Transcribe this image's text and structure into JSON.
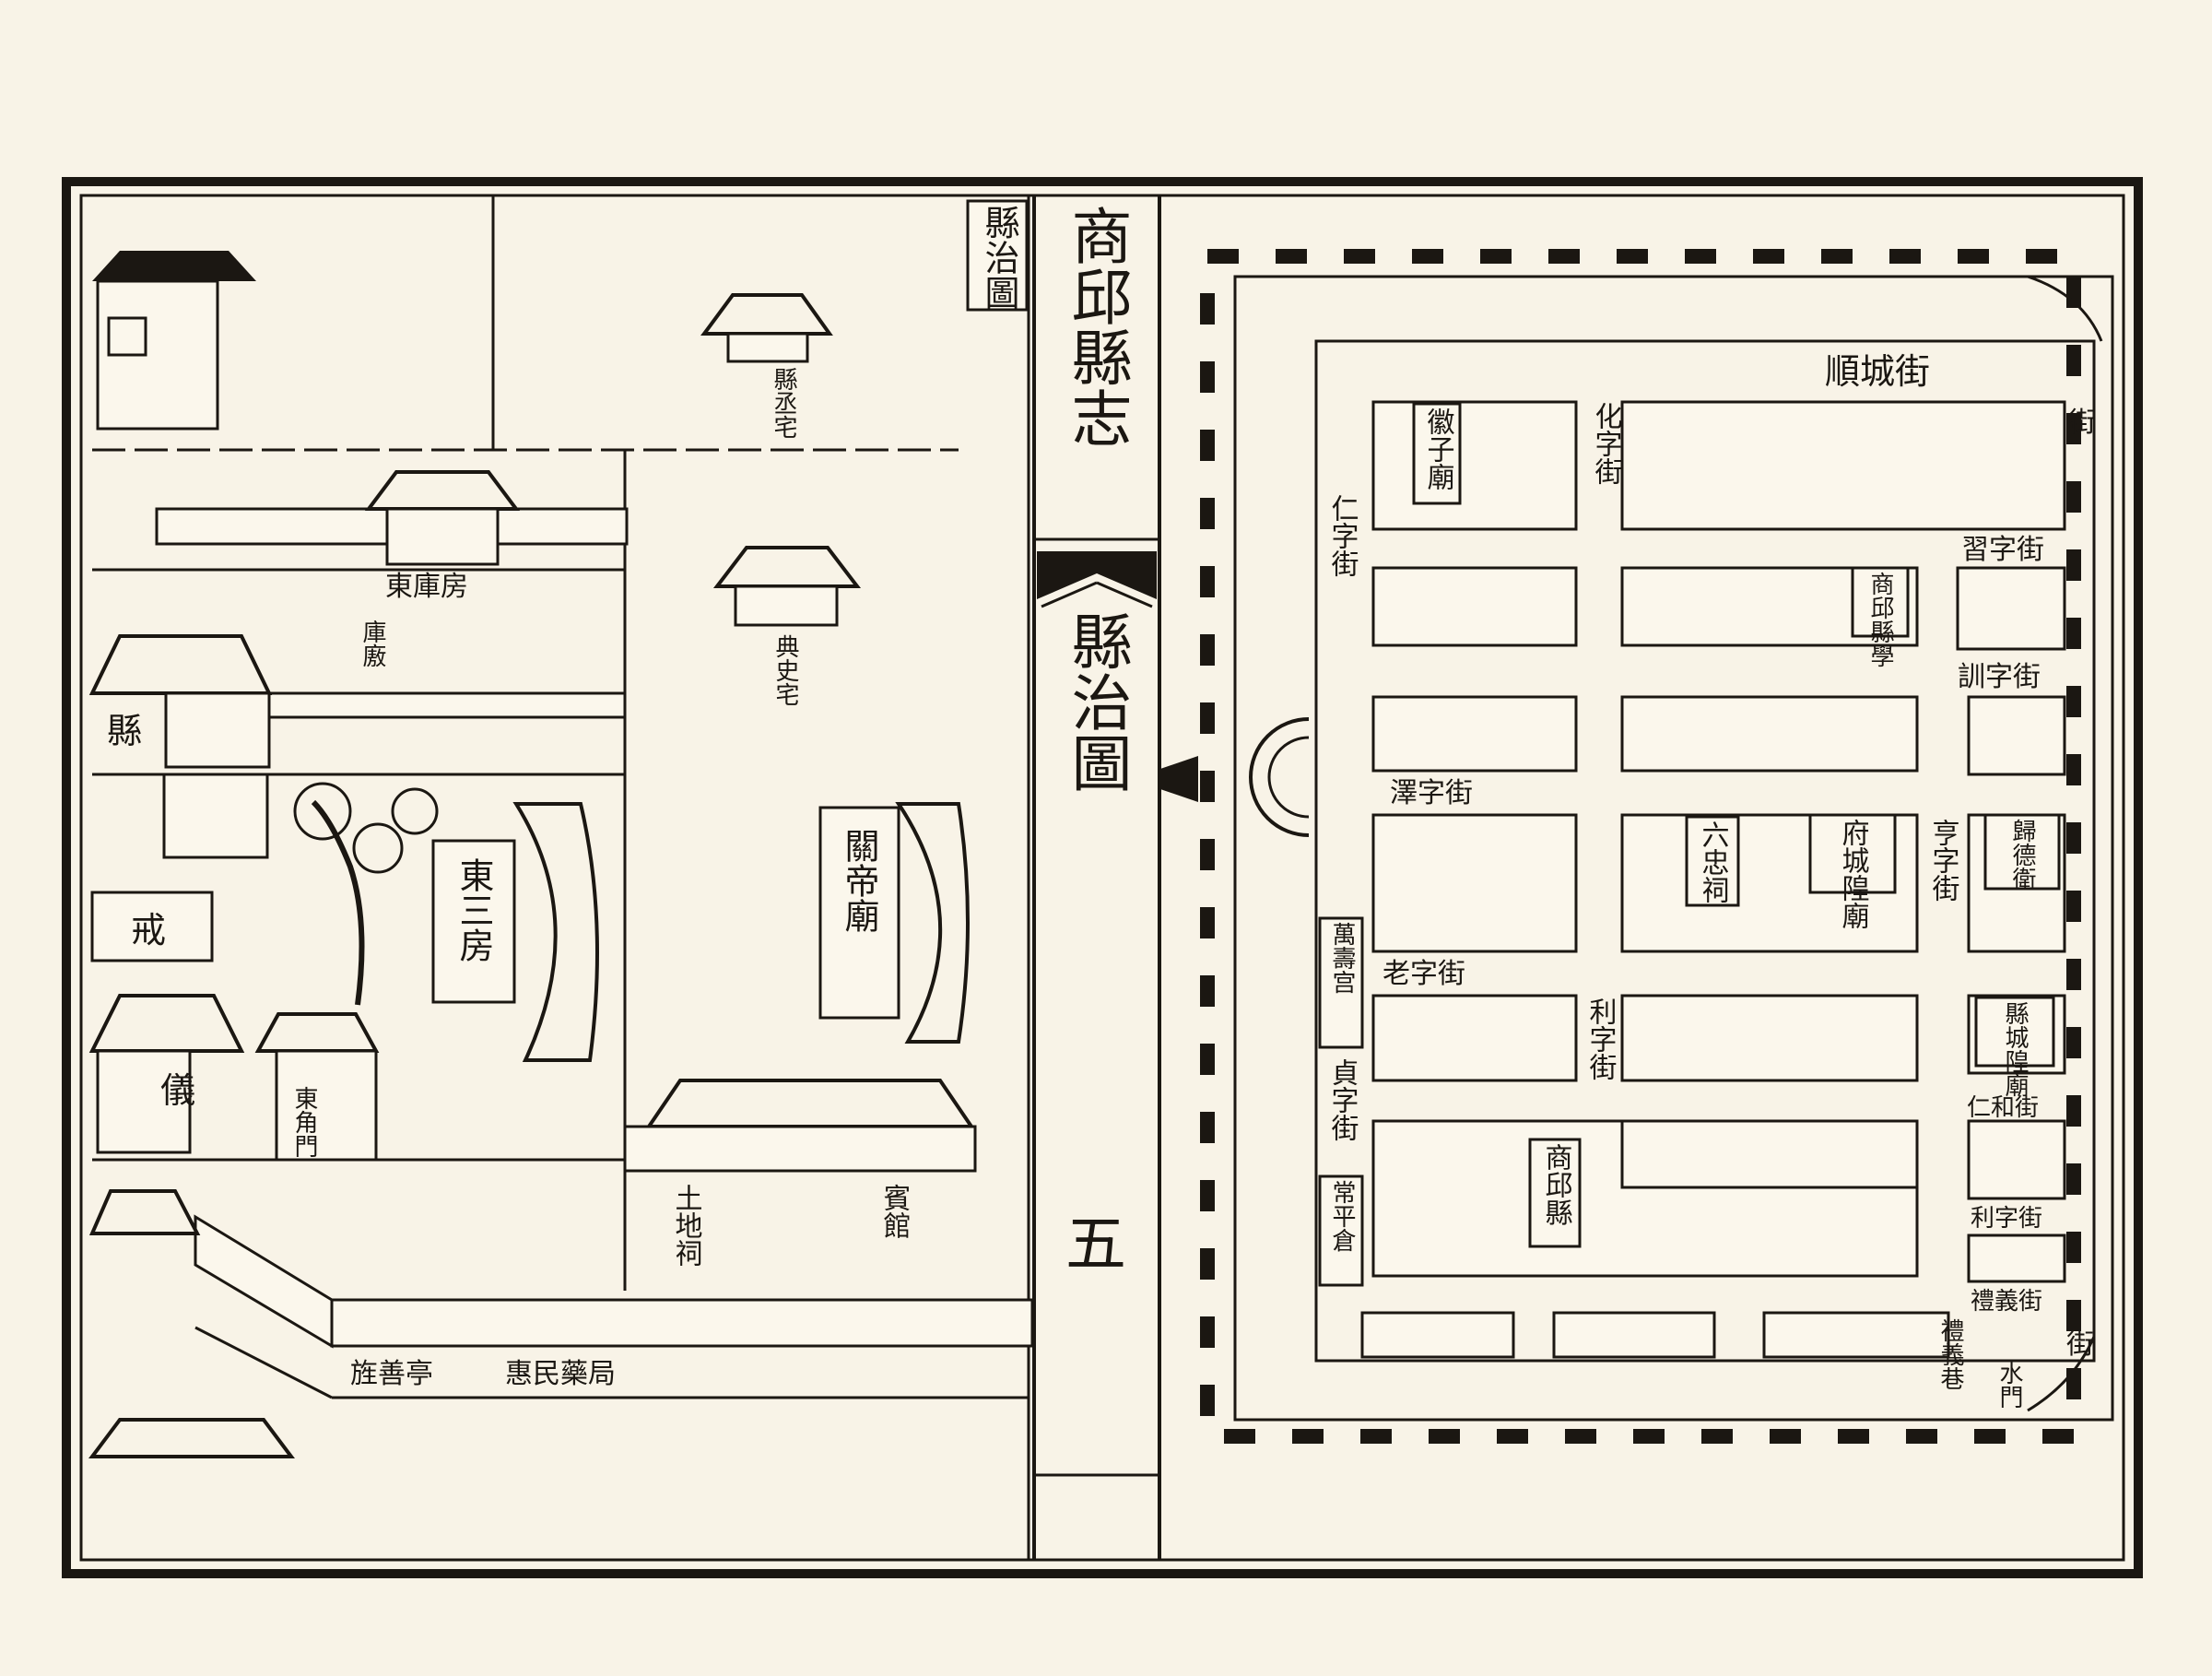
{
  "page": {
    "left_panel": {
      "title": "縣治圖",
      "buildings": {
        "xian_cheng_zhai": "縣丞宅",
        "dian_shi_zhai": "典史宅",
        "dong_ku_fang": "東庫房",
        "kuang_ku": "庫廒",
        "xian": "縣",
        "jie": "戒",
        "yi": "儀",
        "dong_jiao_men": "東角門",
        "dong_san_fang": "東三房",
        "guan_di_miao": "關帝廟",
        "tu_di_ci": "土地祠",
        "bin_guan": "賓館",
        "hui_min_yao_ju": "惠民藥局",
        "jing_shan_ting": "旌善亭"
      }
    },
    "center_band": {
      "book_title": "商邱縣志",
      "plate_title": "縣治圖",
      "page_number": "五"
    },
    "right_panel": {
      "streets": {
        "shun_cheng_jie": "順城街",
        "hua_zi_jie": "化字街",
        "ren_zi_jie": "仁字街",
        "xi_zi_jie": "習字街",
        "xun_zi_jie": "訓字街",
        "ze_zi_jie": "澤字街",
        "heng_zi_jie": "亨字街",
        "lao_zi_jie": "老字街",
        "li_zi_jie_mid": "利字街",
        "zhen_zi_jie": "貞字街",
        "ren_he_jie": "仁和街",
        "li_zi_jie_right": "利字街",
        "li_yi_jie": "禮義街",
        "li_yi_xiang": "禮義巷",
        "jie_right_top": "街",
        "jie_right_bottom": "街"
      },
      "buildings": {
        "hui_zi_miao": "徽子廟",
        "shangqiu_xian_xue": "商邱縣學",
        "liu_zhong_ci": "六忠祠",
        "fu_cheng_huang_miao": "府城隍廟",
        "gui_de_wei": "歸德衛",
        "wan_shou_gong": "萬壽宫",
        "xian_cheng_huang_miao": "縣城隍廟",
        "shangqiu_xian": "商邱縣",
        "chang_ping_cang": "常平倉",
        "shui_men": "水門"
      }
    }
  }
}
